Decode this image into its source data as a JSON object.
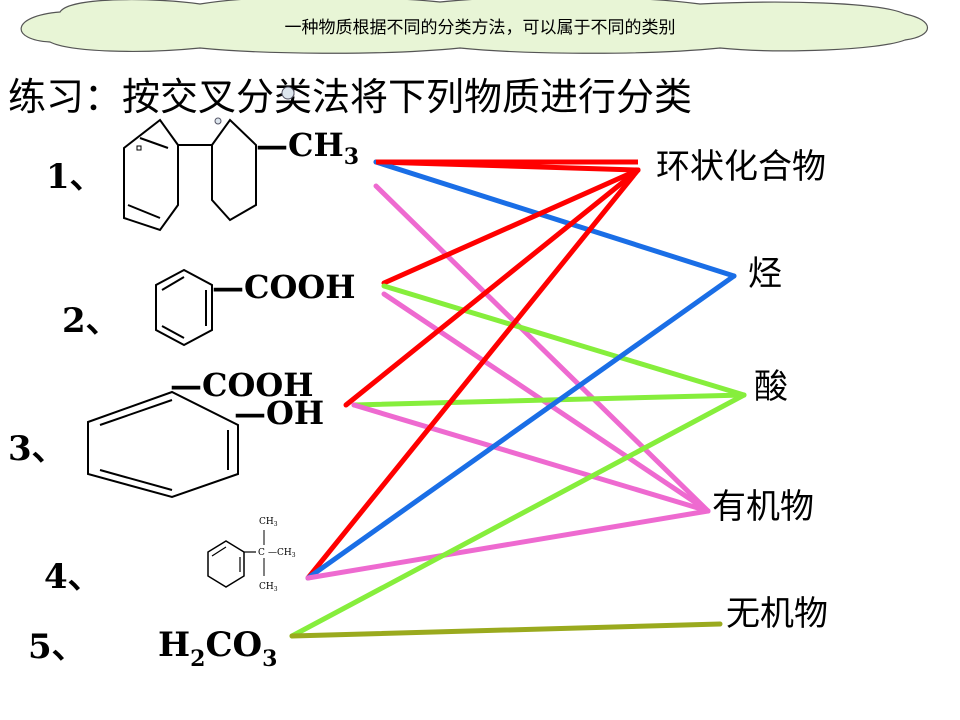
{
  "header": {
    "cloud_text": "一种物质根据不同的分类方法，可以属于不同的类别",
    "title": "练习：按交叉分类法将下列物质进行分类"
  },
  "compounds": [
    {
      "number": "1、",
      "group": "—CH",
      "group_sub": "3"
    },
    {
      "number": "2、",
      "group": "—COOH"
    },
    {
      "number": "3、",
      "group1": "—COOH",
      "group2": "—OH"
    },
    {
      "number": "4、",
      "top": "CH",
      "top_sub": "3",
      "center": "C",
      "right": "—CH",
      "right_sub": "3",
      "bottom": "CH",
      "bottom_sub": "3"
    },
    {
      "number": "5、",
      "f1": "H",
      "s1": "2",
      "f2": "CO",
      "s2": "3"
    }
  ],
  "categories": [
    "环状化合物",
    "烃",
    "酸",
    "有机物",
    "无机物"
  ],
  "colors": {
    "red": "#ff0000",
    "blue": "#1a6ee6",
    "pink": "#ee6ad0",
    "green": "#86ee3c",
    "olive": "#9aaa1e"
  },
  "connections": [
    {
      "from": 0,
      "to": 0,
      "color": "red"
    },
    {
      "from": 0,
      "to": 1,
      "color": "blue"
    },
    {
      "from": 0,
      "to": 3,
      "color": "pink"
    },
    {
      "from": 1,
      "to": 0,
      "color": "red"
    },
    {
      "from": 1,
      "to": 2,
      "color": "green"
    },
    {
      "from": 1,
      "to": 3,
      "color": "pink"
    },
    {
      "from": 2,
      "to": 0,
      "color": "red"
    },
    {
      "from": 2,
      "to": 2,
      "color": "green"
    },
    {
      "from": 2,
      "to": 3,
      "color": "pink"
    },
    {
      "from": 3,
      "to": 0,
      "color": "red"
    },
    {
      "from": 3,
      "to": 1,
      "color": "blue"
    },
    {
      "from": 3,
      "to": 3,
      "color": "pink"
    },
    {
      "from": 4,
      "to": 2,
      "color": "green"
    },
    {
      "from": 4,
      "to": 4,
      "color": "olive"
    }
  ]
}
